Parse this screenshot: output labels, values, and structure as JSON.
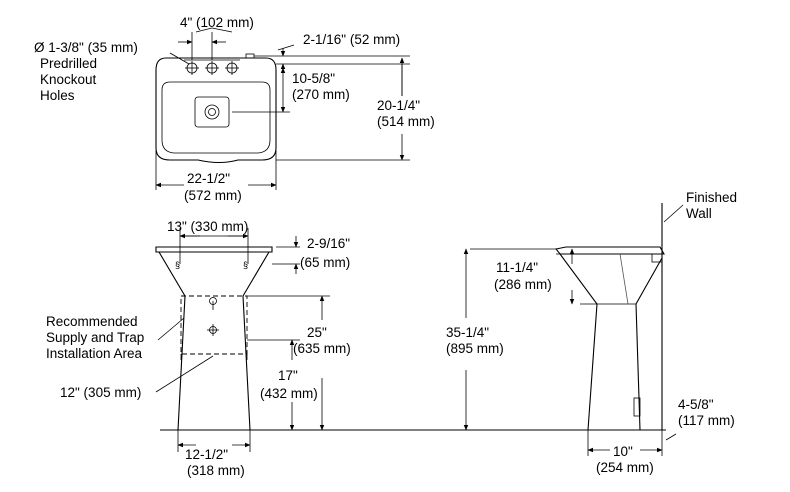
{
  "top_view": {
    "spread": "4\" (102 mm)",
    "hole_diameter": "Ø 1-3/8\" (35 mm)",
    "predrilled": "Predrilled",
    "knockout": "Knockout",
    "holes": "Holes",
    "rim_offset": "2-1/16\" (52 mm)",
    "drain_in": "10-5/8\"",
    "drain_mm": "(270 mm)",
    "depth_in": "20-1/4\"",
    "depth_mm": "(514 mm)",
    "width_in": "22-1/2\"",
    "width_mm": "(572 mm)"
  },
  "front_view": {
    "mount_width": "13\" (330 mm)",
    "rim_in": "2-9/16\"",
    "rim_mm": "(65 mm)",
    "recommended": "Recommended",
    "supply": "Supply and Trap",
    "install_area": "Installation Area",
    "area_height_in": "25\"",
    "area_height_mm": "(635 mm)",
    "area_width": "12\" (305 mm)",
    "bottom_in": "17\"",
    "bottom_mm": "(432 mm)",
    "base_in": "12-1/2\"",
    "base_mm": "(318 mm)"
  },
  "side_view": {
    "finished": "Finished",
    "wall": "Wall",
    "bowl_in": "11-1/4\"",
    "bowl_mm": "(286 mm)",
    "height_in": "35-1/4\"",
    "height_mm": "(895 mm)",
    "base_in": "10\"",
    "base_mm": "(254 mm)",
    "offset_in": "4-5/8\"",
    "offset_mm": "(117 mm)"
  }
}
